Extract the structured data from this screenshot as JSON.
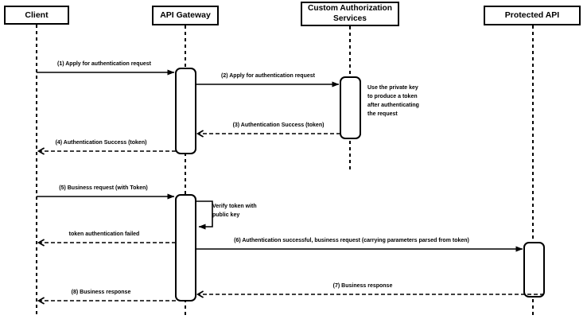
{
  "diagram": {
    "type": "sequence",
    "participants": [
      {
        "name": "Client"
      },
      {
        "name": "API Gateway"
      },
      {
        "name": "Custom Authorization Services"
      },
      {
        "name": "Protected API"
      }
    ],
    "messages": [
      {
        "label": "(1) Apply for authentication request",
        "from": "Client",
        "to": "API Gateway",
        "line": "solid"
      },
      {
        "label": "(2) Apply for authentication request",
        "from": "API Gateway",
        "to": "Custom Authorization Services",
        "line": "solid"
      },
      {
        "label": "(3) Authentication Success (token)",
        "from": "Custom Authorization Services",
        "to": "API Gateway",
        "line": "dashed"
      },
      {
        "label": "(4) Authentication Success (token)",
        "from": "API Gateway",
        "to": "Client",
        "line": "dashed"
      },
      {
        "label": "(5) Business request (with Token)",
        "from": "Client",
        "to": "API Gateway",
        "line": "solid"
      },
      {
        "label": "Verify token with public key",
        "from": "API Gateway",
        "to": "API Gateway",
        "line": "solid",
        "self": true
      },
      {
        "label": "token authentication failed",
        "from": "API Gateway",
        "to": "Client",
        "line": "dashed"
      },
      {
        "label": "(6) Authentication successful, business request (carrying parameters parsed from token)",
        "from": "API Gateway",
        "to": "Protected API",
        "line": "solid"
      },
      {
        "label": "(7) Business response",
        "from": "Protected API",
        "to": "API Gateway",
        "line": "dashed"
      },
      {
        "label": "(8) Business response",
        "from": "API Gateway",
        "to": "Client",
        "line": "dashed"
      }
    ],
    "note": {
      "label": "Use the private key to produce a token after authenticating the request"
    },
    "colors": {
      "stroke": "#000000",
      "background": "#ffffff",
      "text": "#000000"
    }
  }
}
